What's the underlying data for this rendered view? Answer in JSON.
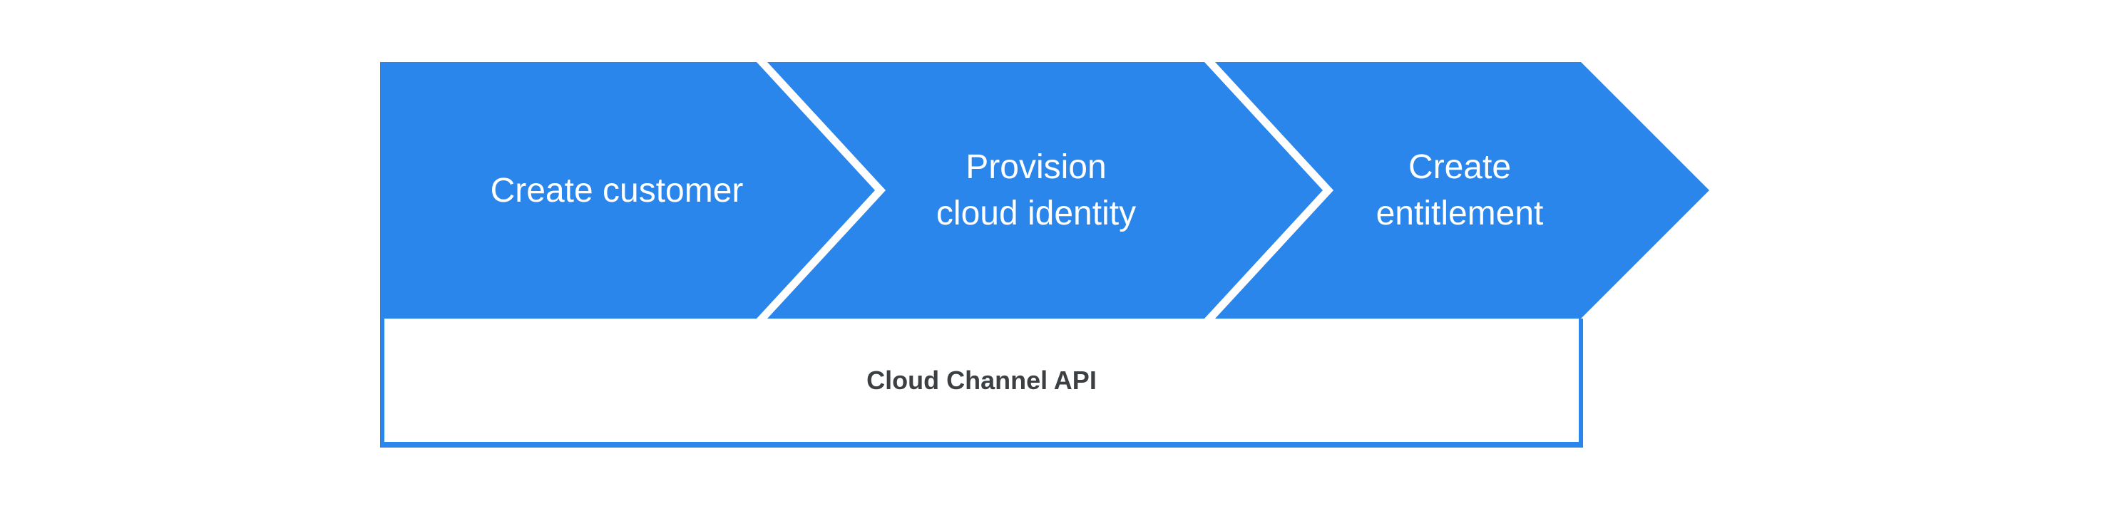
{
  "diagram": {
    "steps": [
      {
        "label": "Create customer"
      },
      {
        "label": "Provision\ncloud identity"
      },
      {
        "label": "Create\nentitlement"
      }
    ],
    "api_box": {
      "label": "Cloud Channel API"
    },
    "colors": {
      "arrow_blue": "#2b86ec",
      "label_text": "#ffffff",
      "api_text": "#3c4043",
      "box_bg": "#ffffff"
    }
  }
}
